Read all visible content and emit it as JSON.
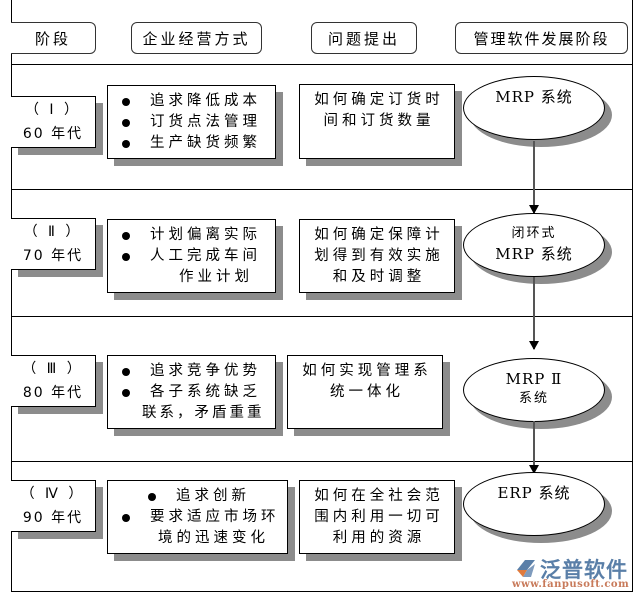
{
  "header": {
    "columns": [
      {
        "label": "阶段"
      },
      {
        "label": "企业经营方式"
      },
      {
        "label": "问题提出"
      },
      {
        "label": "管理软件发展阶段"
      }
    ]
  },
  "rows": [
    {
      "stage_roman": "（ Ⅰ ）",
      "stage_decade": "60 年代",
      "business": {
        "lines": [
          "追求降低成本",
          "订货点法管理",
          "生产缺货频繁"
        ]
      },
      "question": "如何确定订货时\n间和订货数量",
      "system": {
        "line1": "MRP 系统",
        "line2": ""
      }
    },
    {
      "stage_roman": "（ Ⅱ ）",
      "stage_decade": "70 年代",
      "business": {
        "lines": [
          "计划偏离实际",
          "人工完成车间",
          "作业计划"
        ]
      },
      "question": "如何确定保障计\n划得到有效实施\n和及时调整",
      "system": {
        "line1": "闭环式",
        "line2": "MRP 系统"
      }
    },
    {
      "stage_roman": "（ Ⅲ ）",
      "stage_decade": "80 年代",
      "business": {
        "lines": [
          "追求竞争优势",
          "各子系统缺乏",
          "联系，矛盾重重"
        ]
      },
      "question": "如何实现管理系\n统一体化",
      "system": {
        "line1": "MRP Ⅱ",
        "line2": "系统"
      }
    },
    {
      "stage_roman": "（ Ⅳ ）",
      "stage_decade": "90 年代",
      "business": {
        "lines": [
          "追求创新",
          "要求适应市场环",
          "境的迅速变化"
        ]
      },
      "question": "如何在全社会范\n围内利用一切可\n利用的资源",
      "system": {
        "line1": "ERP 系统",
        "line2": ""
      }
    }
  ],
  "watermark": {
    "name": "泛普软件",
    "url": "www.fanpusoft.com",
    "colors": {
      "name": "#5a7fa8",
      "url": "#c87a5a",
      "mark_blue": "#5a7fa8",
      "mark_orange": "#e07a3c"
    }
  },
  "colors": {
    "shadow": "#8c8c8c",
    "border": "#000000",
    "background": "#ffffff"
  }
}
